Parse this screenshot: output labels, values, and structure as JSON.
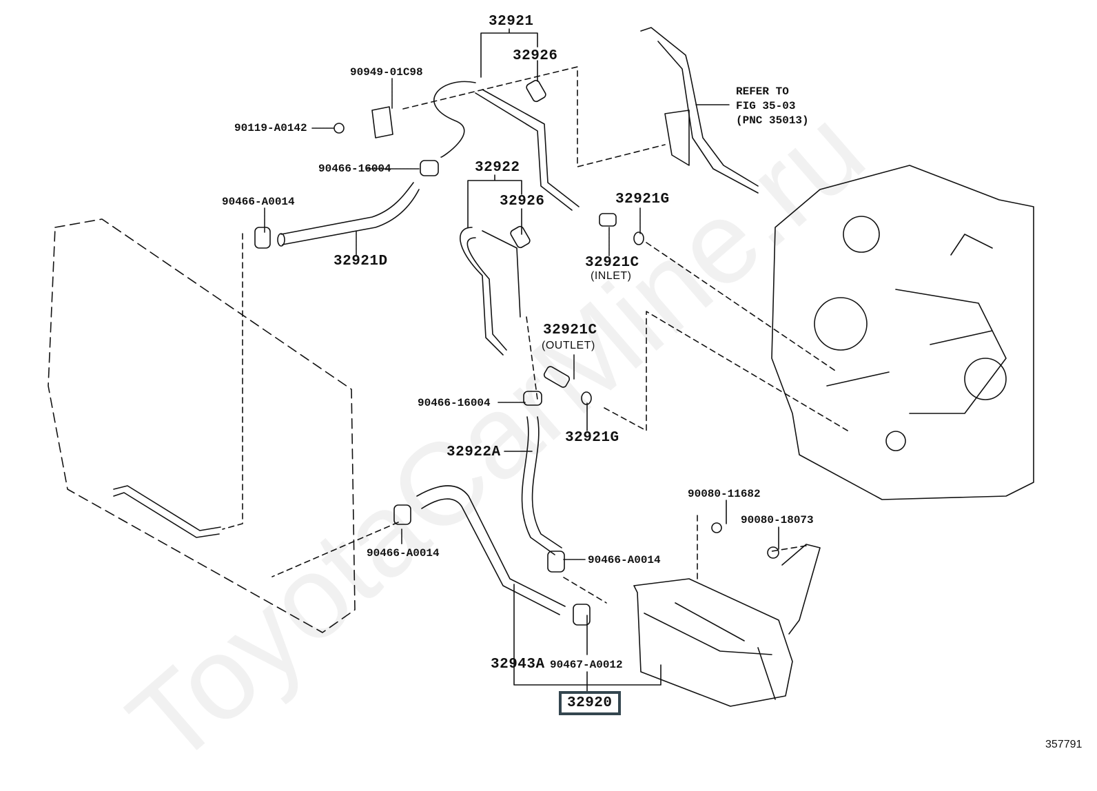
{
  "diagram": {
    "figure_number": "357791",
    "watermark": "ToyotaCarMine.ru",
    "highlighted_part": "32920",
    "note": {
      "line1": "REFER TO",
      "line2": "FIG 35-03",
      "line3": "(PNC 35013)"
    },
    "labels": {
      "p32921": "32921",
      "p32926_top": "32926",
      "p90949": "90949-01C98",
      "p90119": "90119-A0142",
      "p90466_16004_top": "90466-16004",
      "p90466_A0014_left": "90466-A0014",
      "p32921D": "32921D",
      "p32922": "32922",
      "p32926_mid": "32926",
      "p32921G_top": "32921G",
      "p32921C_inlet": "32921C",
      "inlet": "(INLET)",
      "p32921C_outlet": "32921C",
      "outlet": "(OUTLET)",
      "p90466_16004_mid": "90466-16004",
      "p32921G_mid": "32921G",
      "p32922A": "32922A",
      "p90466_A0014_bottom": "90466-A0014",
      "p90466_A0014_right": "90466-A0014",
      "p90080_11682": "90080-11682",
      "p90080_18073": "90080-18073",
      "p32943A": "32943A",
      "p90467": "90467-A0012",
      "p32920": "32920"
    }
  }
}
